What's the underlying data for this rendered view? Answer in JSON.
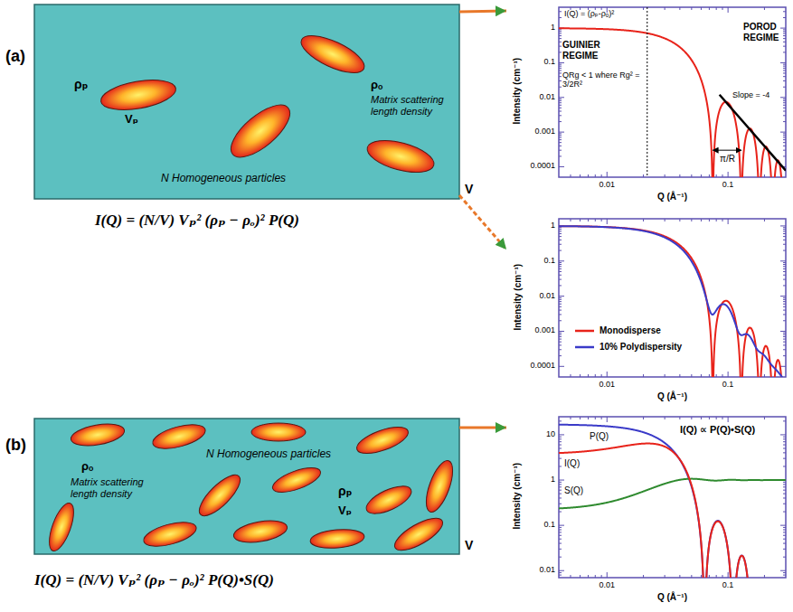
{
  "diagram": {
    "nodes": [
      {
        "text": [
          "ρₚ",
          "Vₚ",
          "ρₒ",
          "Matrix scattering length density",
          "N Homogeneous particles",
          "V"
        ]
      },
      {
        "text": [
          "I(Q) = (ρₚ-ρₒ)²",
          "GUINIER REGIME",
          "QRg < 1 where Rg² = 3/2R²",
          "POROD REGIME",
          "Slope = -4",
          "π/R",
          "Intensity (cm⁻¹)",
          "Q (Å⁻¹)",
          "1",
          "0.1",
          "0.01",
          "0.001",
          "0.0001",
          "0.01",
          "0.1"
        ]
      },
      {
        "text": [
          "Intensity (cm⁻¹)",
          "Q (Å⁻¹)",
          "1",
          "0.1",
          "0.01",
          "0.001",
          "0.0001",
          "0.01",
          "0.1"
        ]
      },
      {
        "text": [
          "ρₒ",
          "Matrix scattering length density",
          "N Homogeneous particles",
          "ρₚ",
          "Vₚ",
          "V"
        ]
      },
      {
        "text": [
          "P(Q)",
          "I(Q)",
          "S(Q)",
          "I(Q) ∝ P(Q)•S(Q)",
          "Intensity (cm⁻¹)",
          "Q (Å⁻¹)",
          "10",
          "1",
          "0.1",
          "0.01",
          "0.01",
          "0.1"
        ]
      }
    ],
    "edges": [
      {
        "from": 0,
        "to": 1,
        "arrow": "to"
      },
      {
        "from": 0,
        "to": 2,
        "arrow": "to"
      },
      {
        "from": 3,
        "to": 4,
        "arrow": "to"
      }
    ],
    "labels": [
      "(a)",
      "I(Q) = (N/V) Vₚ² (ρₚ − ρₒ)² P(Q)",
      "(b)",
      "I(Q) = (N/V) Vₚ² (ρₚ − ρₒ)² P(Q)•S(Q)"
    ],
    "legend": [
      {
        "text": "Monodisperse"
      },
      {
        "text": "10% Polydispersity"
      }
    ]
  }
}
